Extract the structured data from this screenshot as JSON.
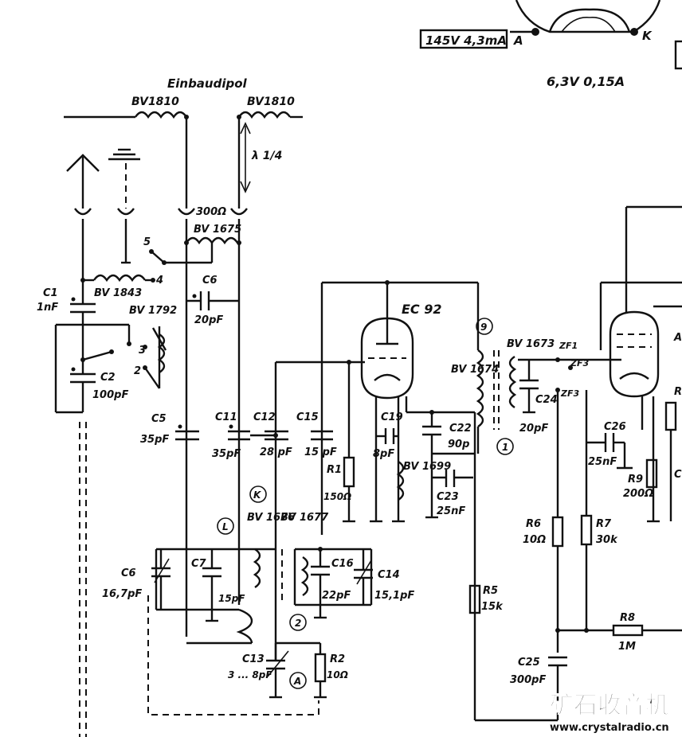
{
  "labels": {
    "tube_voltage_box": "145V 4,3mA",
    "heater": "6,3V 0,15A",
    "pin_a_top": "A",
    "pin_k_top": "K",
    "dipole_title": "Einbaudipol",
    "bv1810_left": "BV1810",
    "bv1810_right": "BV1810",
    "lambda": "λ 1/4",
    "ohm300": "300Ω",
    "bv1675": "BV 1675",
    "sw5": "5",
    "sw4": "4",
    "bv1843": "BV 1843",
    "c1": "C1",
    "c1_val": "1nF",
    "c6": "C6",
    "c6_val": "20pF",
    "bv1792": "BV 1792",
    "sw3": "3",
    "sw2": "2",
    "c2": "C2",
    "c2_val": "100pF",
    "ec92": "EC 92",
    "n9": "9",
    "bv1673": "BV 1673",
    "zf1": "ZF1",
    "zf2": "ZF3",
    "zf3": "ZF3",
    "bv1674": "BV 1674",
    "c19": "C19",
    "c19_val": "8pF",
    "c22": "C22",
    "c22_val": "90p",
    "c24": "C24",
    "c24_val": "20pF",
    "n1": "1",
    "c5": "C5",
    "c5_val": "35pF",
    "c11": "C11",
    "c11_val": "35pF",
    "c12": "C12",
    "c12_val": "28 pF",
    "c15": "C15",
    "c15_val": "15 pF",
    "r1": "R1",
    "r1_val": "150Ω",
    "bv1699": "BV 1699",
    "c23": "C23",
    "c23_val": "25nF",
    "c26": "C26",
    "c26_val": "25nF",
    "r9": "R9",
    "r9_val": "200Ω",
    "k": "K",
    "l": "L",
    "bv1676": "BV 1676",
    "bv1677": "BV 1677",
    "r6": "R6",
    "r6_val": "10Ω",
    "r7": "R7",
    "r7_val": "30k",
    "c6b": "C6",
    "c6b_val": "16,7pF",
    "c7": "C7",
    "c7_val": "15pF",
    "c16": "C16",
    "c16_val": "22pF",
    "c14": "C14",
    "c14_val": "15,1pF",
    "n2": "2",
    "r5": "R5",
    "r5_val": "15k",
    "r8": "R8",
    "r8_val": "1M",
    "c13": "C13",
    "c13_val": "3 ... 8pF",
    "r2": "R2",
    "r2_val": "10Ω",
    "a_circle": "A",
    "c25": "C25",
    "c25_val": "300pF",
    "c_edge": "C",
    "r_edge": "R",
    "a_edge": "A"
  },
  "watermark": {
    "chinese": "矿石收音机",
    "url": "www.crystalradio.cn"
  },
  "colors": {
    "ink": "#111111",
    "paper": "#ffffff",
    "watermark_fill": "#1f55b3"
  }
}
